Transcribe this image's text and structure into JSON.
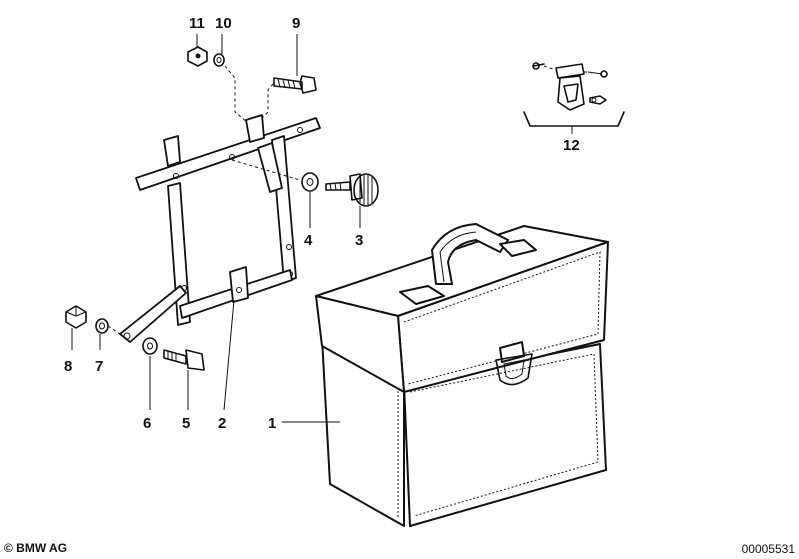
{
  "callouts": {
    "c1": "1",
    "c2": "2",
    "c3": "3",
    "c4": "4",
    "c5": "5",
    "c6": "6",
    "c7": "7",
    "c8": "8",
    "c9": "9",
    "c10": "10",
    "c11": "11",
    "c12": "12"
  },
  "footer": {
    "copyright": "© BMW AG",
    "document_number": "00005531"
  }
}
